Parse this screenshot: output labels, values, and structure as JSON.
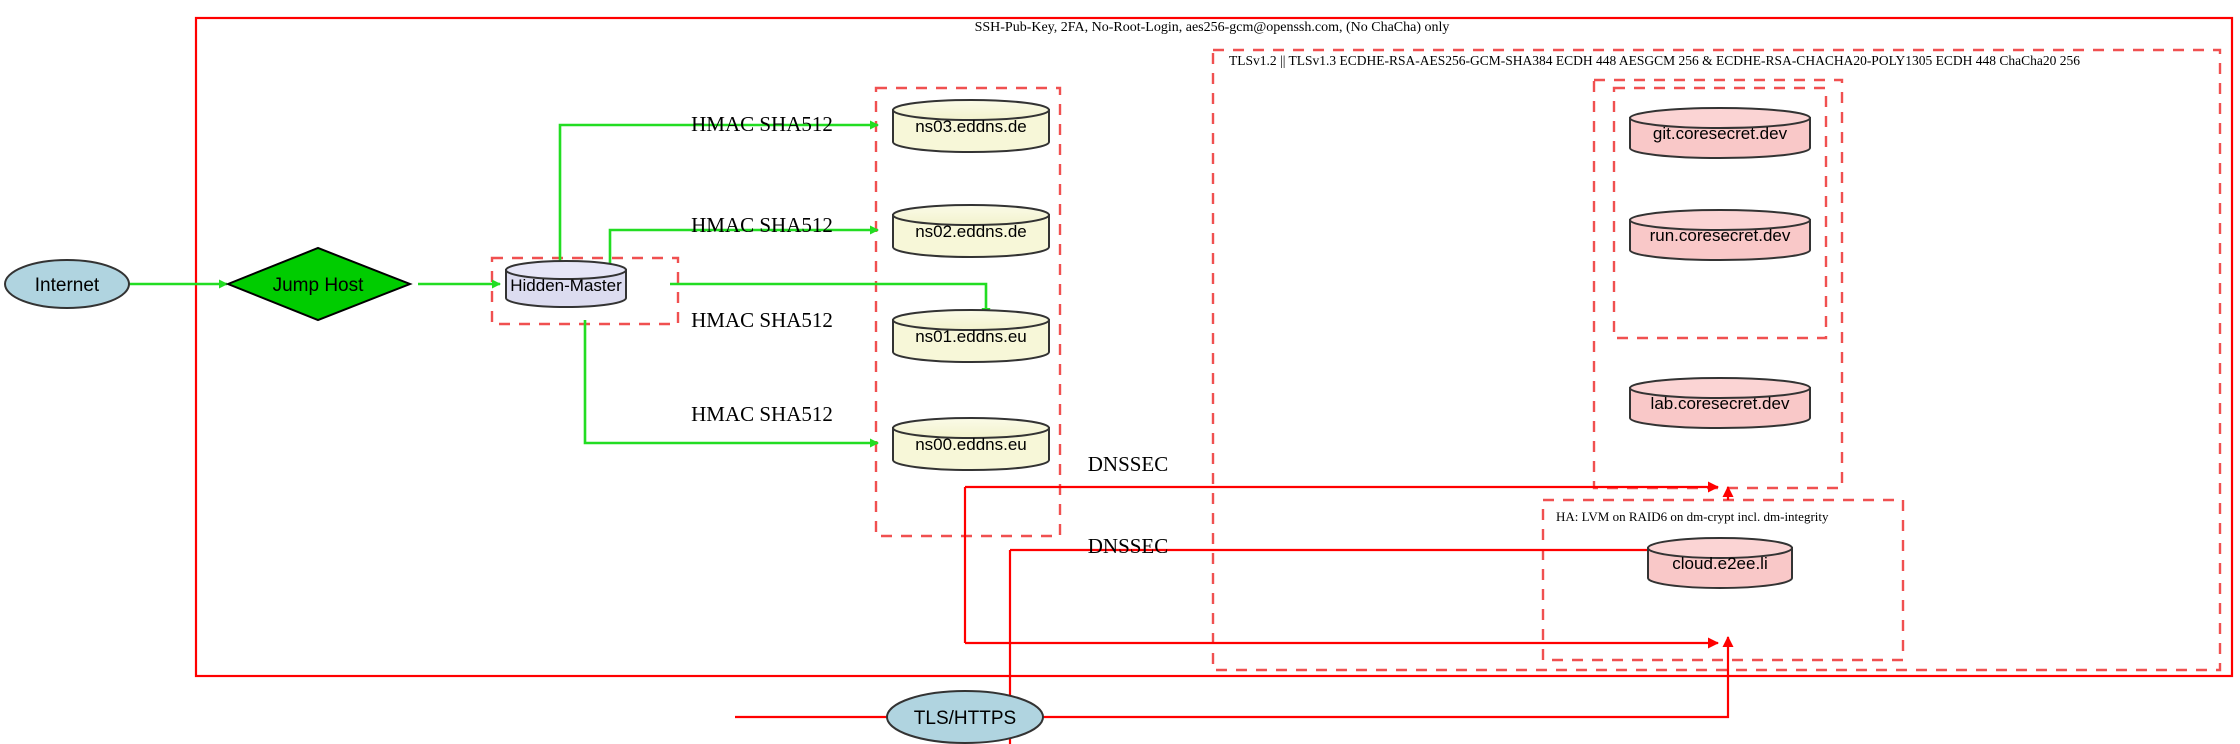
{
  "diagram": {
    "title_hidden": "Network security topology",
    "colors": {
      "boundary_red": "#ff0000",
      "dashed_red": "#f05050",
      "link_green": "#22dd22",
      "internet_fill": "#b0d4e0",
      "jumphost_fill": "#00cc00",
      "hidden_master_fill": "#dcdcf0",
      "ns_fill": "#f7f7d8",
      "service_fill": "#f9c8c8",
      "stroke_dark": "#333333",
      "text_dark": "#000000"
    },
    "zones": {
      "ssh_boundary_label": "SSH-Pub-Key, 2FA, No-Root-Login, aes256-gcm@openssh.com, (No ChaCha) only",
      "tls_boundary_label": "TLSv1.2 || TLSv1.3 ECDHE-RSA-AES256-GCM-SHA384 ECDH 448 AESGCM 256 & ECDHE-RSA-CHACHA20-POLY1305 ECDH 448 ChaCha20 256",
      "ha_boundary_label": "HA: LVM on RAID6 on dm-crypt incl. dm-integrity"
    },
    "nodes": {
      "internet": "Internet",
      "jump_host": "Jump Host",
      "hidden_master": "Hidden-Master",
      "tls_https": "TLS/HTTPS",
      "nameservers": [
        {
          "name": "ns03.eddns.de"
        },
        {
          "name": "ns02.eddns.de"
        },
        {
          "name": "ns01.eddns.eu"
        },
        {
          "name": "ns00.eddns.eu"
        }
      ],
      "services": [
        {
          "name": "git.coresecret.dev"
        },
        {
          "name": "run.coresecret.dev"
        },
        {
          "name": "lab.coresecret.dev"
        },
        {
          "name": "cloud.e2ee.li"
        }
      ]
    },
    "edge_labels": {
      "hmac": [
        "HMAC SHA512",
        "HMAC SHA512",
        "HMAC SHA512",
        "HMAC SHA512"
      ],
      "dnssec": [
        "DNSSEC",
        "DNSSEC"
      ]
    }
  }
}
